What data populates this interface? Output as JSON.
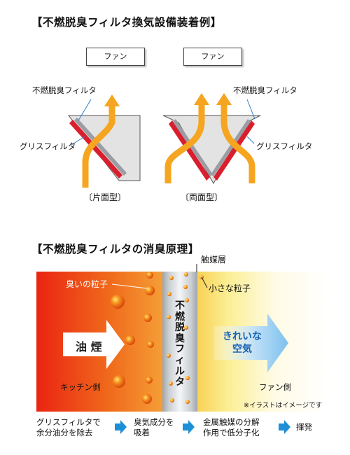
{
  "heading_top": "【不燃脱臭フィルタ換気設備装着例】",
  "fan_left": "ファン",
  "fan_right": "ファン",
  "single": {
    "deodorizing_filter_label": "不燃脱臭フィルタ",
    "grease_filter_label": "グリスフィルタ",
    "caption": "〔片面型〕"
  },
  "double": {
    "deodorizing_filter_label": "不燃脱臭フィルタ",
    "grease_filter_label": "グリスフィルタ",
    "caption": "〔両面型〕"
  },
  "heading_principle": "【不燃脱臭フィルタの消臭原理】",
  "principle": {
    "catalyst_layer": "触媒層",
    "odor_particles": "臭いの粒子",
    "small_particles": "小さな粒子",
    "filter_vertical": "不燃脱臭フィルタ",
    "oil_smoke": "油 煙",
    "clean_air": [
      "きれいな",
      "空気"
    ],
    "kitchen_side": "キッチン側",
    "fan_side": "ファン側",
    "note": "※イラストはイメージです"
  },
  "steps": [
    [
      "グリスフィルタで",
      "余分油分を除去"
    ],
    [
      "臭気成分を",
      "吸着"
    ],
    [
      "金属触媒の分解",
      "作用で低分子化"
    ],
    [
      "揮発"
    ]
  ],
  "colors": {
    "flow_arrow": "#f5a51f",
    "filter_red": "#c0192a",
    "step_arrow": "#1d8fd6",
    "clean_air_text": "#1a63b5"
  }
}
